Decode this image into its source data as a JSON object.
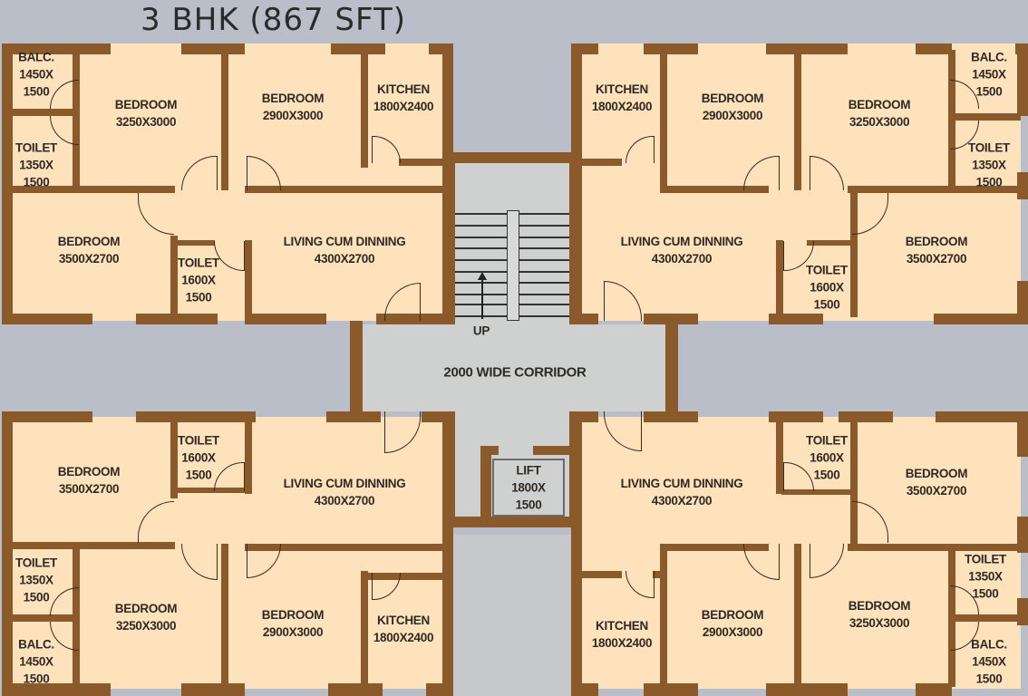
{
  "title": "3 BHK (867 SFT)",
  "colors": {
    "floor": "#fde2bc",
    "wall": "#8b5a2b",
    "corridor": "#cfd0d0",
    "background": "#b9bec8"
  },
  "units": {
    "top_left": {
      "balcony": {
        "name": "BALC.",
        "dim1": "1450X",
        "dim2": "1500"
      },
      "toilet_attached": {
        "name": "TOILET",
        "dim1": "1350X",
        "dim2": "1500"
      },
      "bedroom_master": {
        "name": "BEDROOM",
        "dim": "3250X3000"
      },
      "bedroom_2": {
        "name": "BEDROOM",
        "dim": "2900X3000"
      },
      "kitchen": {
        "name": "KITCHEN",
        "dim": "1800X2400"
      },
      "bedroom_3": {
        "name": "BEDROOM",
        "dim": "3500X2700"
      },
      "toilet_common": {
        "name": "TOILET",
        "dim1": "1600X",
        "dim2": "1500"
      },
      "living": {
        "name": "LIVING CUM DINNING",
        "dim": "4300X2700"
      }
    },
    "top_right": {
      "balcony": {
        "name": "BALC.",
        "dim1": "1450X",
        "dim2": "1500"
      },
      "toilet_attached": {
        "name": "TOILET",
        "dim1": "1350X",
        "dim2": "1500"
      },
      "bedroom_master": {
        "name": "BEDROOM",
        "dim": "3250X3000"
      },
      "bedroom_2": {
        "name": "BEDROOM",
        "dim": "2900X3000"
      },
      "kitchen": {
        "name": "KITCHEN",
        "dim": "1800X2400"
      },
      "bedroom_3": {
        "name": "BEDROOM",
        "dim": "3500X2700"
      },
      "toilet_common": {
        "name": "TOILET",
        "dim1": "1600X",
        "dim2": "1500"
      },
      "living": {
        "name": "LIVING CUM DINNING",
        "dim": "4300X2700"
      }
    },
    "bottom_left": {
      "balcony": {
        "name": "BALC.",
        "dim1": "1450X",
        "dim2": "1500"
      },
      "toilet_attached": {
        "name": "TOILET",
        "dim1": "1350X",
        "dim2": "1500"
      },
      "bedroom_master": {
        "name": "BEDROOM",
        "dim": "3250X3000"
      },
      "bedroom_2": {
        "name": "BEDROOM",
        "dim": "2900X3000"
      },
      "kitchen": {
        "name": "KITCHEN",
        "dim": "1800X2400"
      },
      "bedroom_3": {
        "name": "BEDROOM",
        "dim": "3500X2700"
      },
      "toilet_common": {
        "name": "TOILET",
        "dim1": "1600X",
        "dim2": "1500"
      },
      "living": {
        "name": "LIVING CUM DINNING",
        "dim": "4300X2700"
      }
    },
    "bottom_right": {
      "balcony": {
        "name": "BALC.",
        "dim1": "1450X",
        "dim2": "1500"
      },
      "toilet_attached": {
        "name": "TOILET",
        "dim1": "1350X",
        "dim2": "1500"
      },
      "bedroom_master": {
        "name": "BEDROOM",
        "dim": "3250X3000"
      },
      "bedroom_2": {
        "name": "BEDROOM",
        "dim": "2900X3000"
      },
      "kitchen": {
        "name": "KITCHEN",
        "dim": "1800X2400"
      },
      "bedroom_3": {
        "name": "BEDROOM",
        "dim": "3500X2700"
      },
      "toilet_common": {
        "name": "TOILET",
        "dim1": "1600X",
        "dim2": "1500"
      },
      "living": {
        "name": "LIVING CUM DINNING",
        "dim": "4300X2700"
      }
    }
  },
  "core": {
    "stair_label": "UP",
    "corridor": "2000 WIDE CORRIDOR",
    "lift": {
      "name": "LIFT",
      "dim1": "1800X",
      "dim2": "1500"
    }
  }
}
